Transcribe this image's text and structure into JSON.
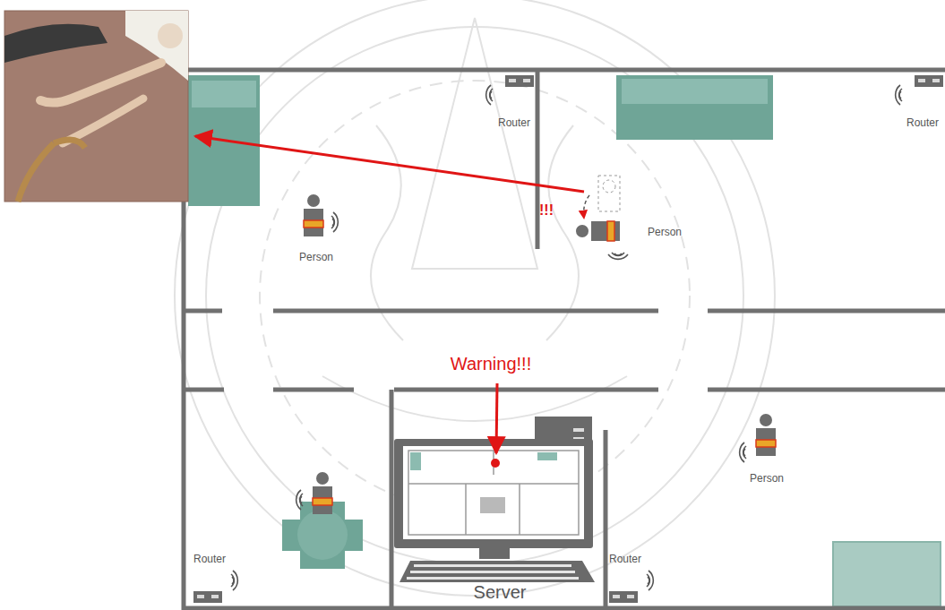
{
  "diagram": {
    "nodes": [
      {
        "text": [
          "Router"
        ]
      },
      {
        "text": [
          "Router"
        ]
      },
      {
        "text": [
          "Person"
        ]
      },
      {
        "text": [
          "Person"
        ]
      },
      {
        "text": [
          "Person"
        ]
      },
      {
        "text": [
          "Router"
        ]
      },
      {
        "text": [
          "Router"
        ]
      },
      {
        "text": [
          "Server"
        ]
      }
    ],
    "labels": [
      "!!!",
      "Warning!!!"
    ]
  }
}
